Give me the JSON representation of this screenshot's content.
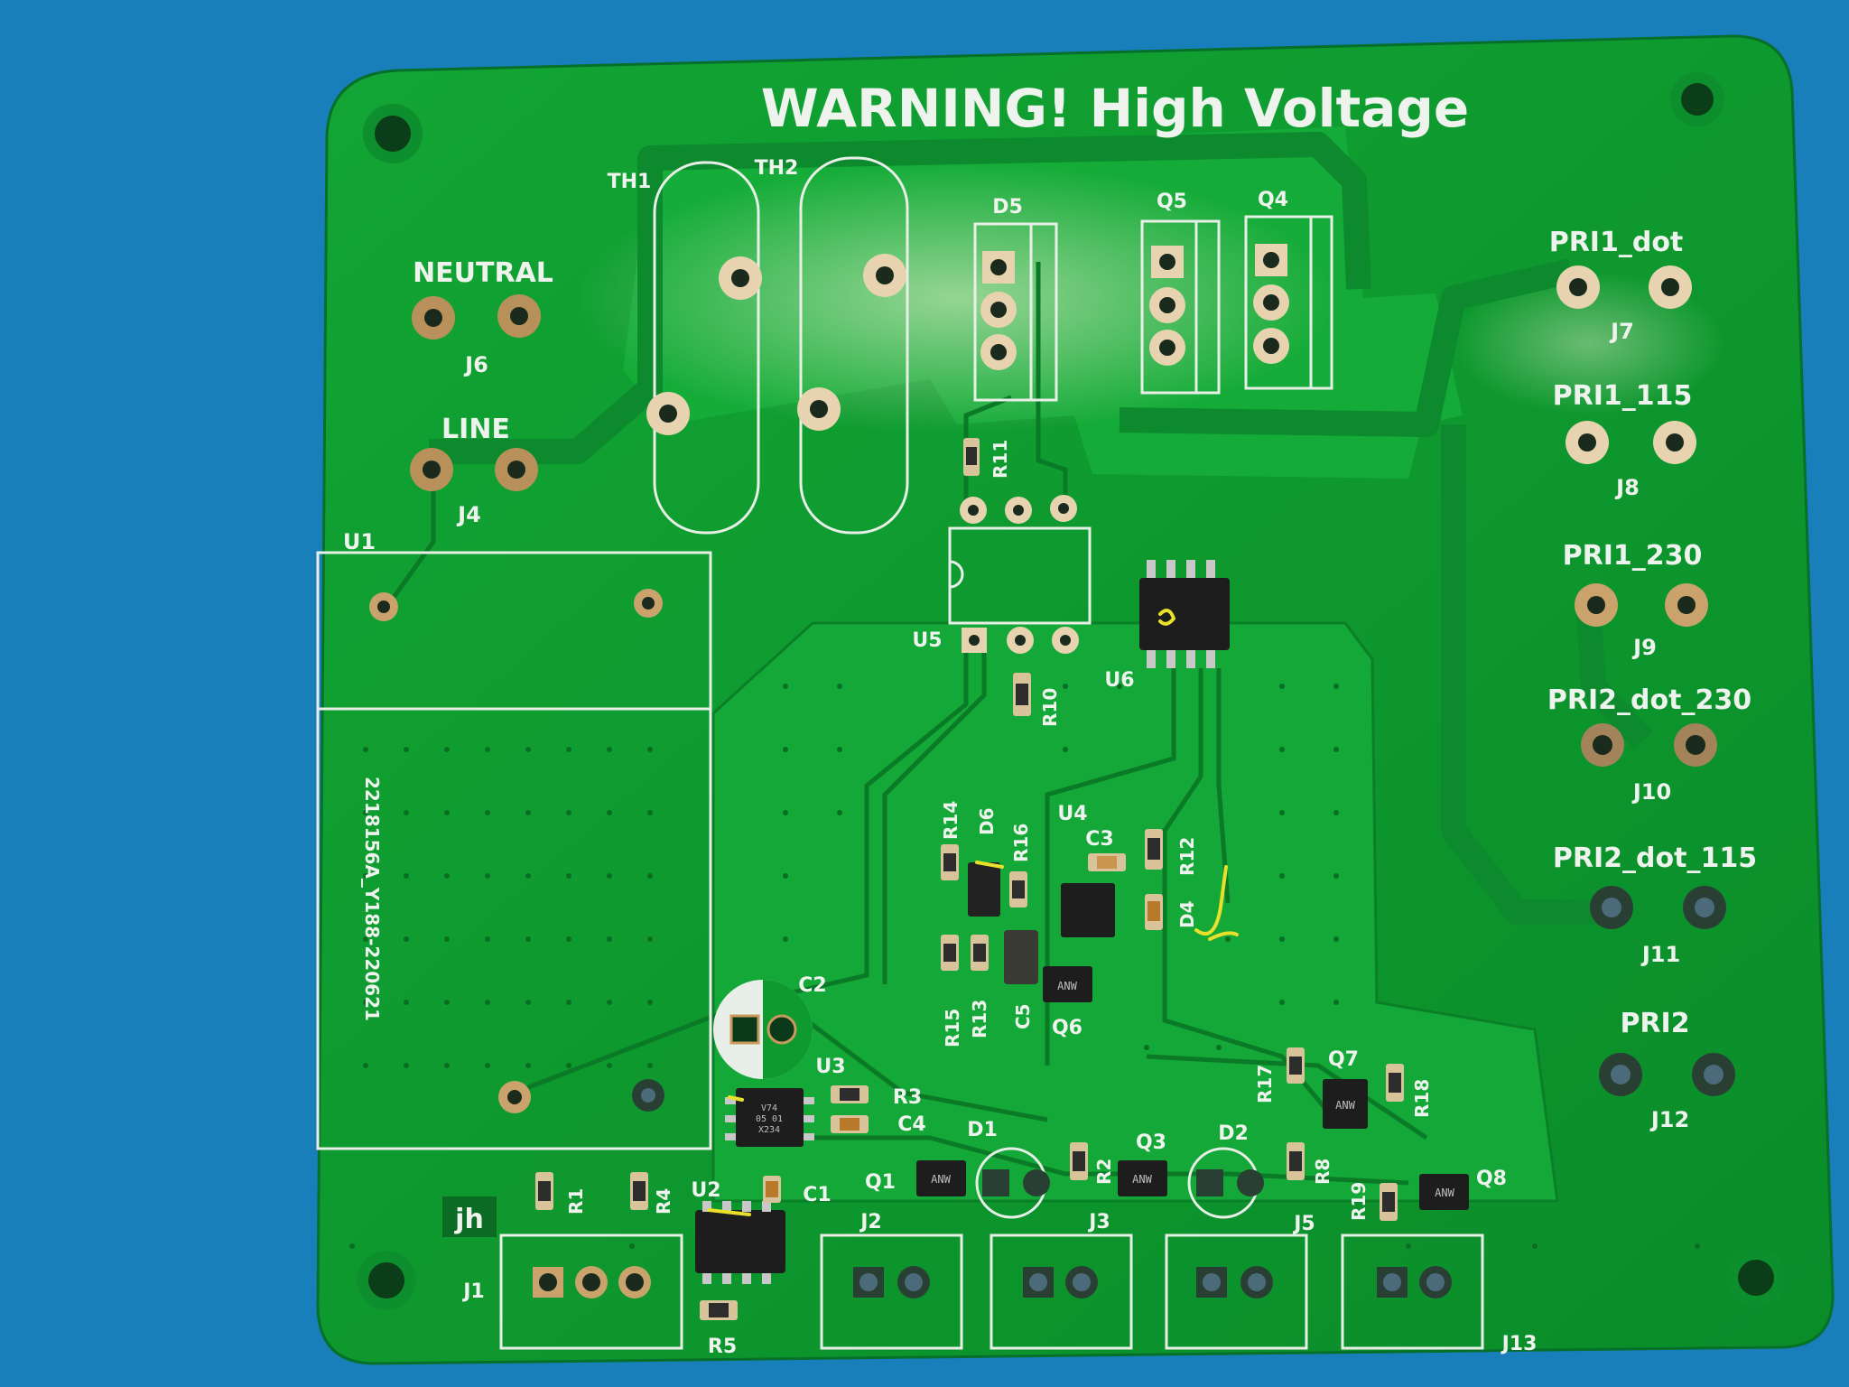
{
  "board": {
    "title": "WARNING! High Voltage",
    "serial": "2218156A_Y188-220621",
    "logo": "jh",
    "colors": {
      "background": "#1b86c2",
      "solder_mask": "#0e9a2f",
      "copper_pour": "#15a838",
      "silkscreen": "#eef3ee",
      "exposed_copper": "#b8915a",
      "trace": "#0b7a26"
    }
  },
  "labels": {
    "neutral": "NEUTRAL",
    "line": "LINE",
    "j6": "J6",
    "j4": "J4",
    "u1": "U1",
    "th1": "TH1",
    "th2": "TH2",
    "d5": "D5",
    "q5": "Q5",
    "q4": "Q4",
    "pri1_dot": "PRI1_dot",
    "j7": "J7",
    "pri1_115": "PRI1_115",
    "j8": "J8",
    "pri1_230": "PRI1_230",
    "j9": "J9",
    "pri2_dot_230": "PRI2_dot_230",
    "j10": "J10",
    "pri2_dot_115": "PRI2_dot_115",
    "j11": "J11",
    "pri2": "PRI2",
    "j12": "J12",
    "r11": "R11",
    "u5": "U5",
    "r10": "R10",
    "u6": "U6",
    "r14": "R14",
    "d6": "D6",
    "r16": "R16",
    "u4": "U4",
    "c3": "C3",
    "r12": "R12",
    "d4": "D4",
    "r15": "R15",
    "r13": "R13",
    "c5": "C5",
    "q6": "Q6",
    "c2": "C2",
    "u3": "U3",
    "r3": "R3",
    "c4": "C4",
    "d1": "D1",
    "d2": "D2",
    "q3": "Q3",
    "r2": "R2",
    "r8": "R8",
    "q1": "Q1",
    "r17": "R17",
    "q7": "Q7",
    "r18": "R18",
    "r19": "R19",
    "q8": "Q8",
    "r1": "R1",
    "r4": "R4",
    "u2": "U2",
    "c1": "C1",
    "j1": "J1",
    "j2": "J2",
    "j3": "J3",
    "j5": "J5",
    "j13": "J13",
    "r5": "R5"
  },
  "chip_marks": {
    "u3": "V74\n05 01\nX234",
    "q_marking": "ANW"
  }
}
